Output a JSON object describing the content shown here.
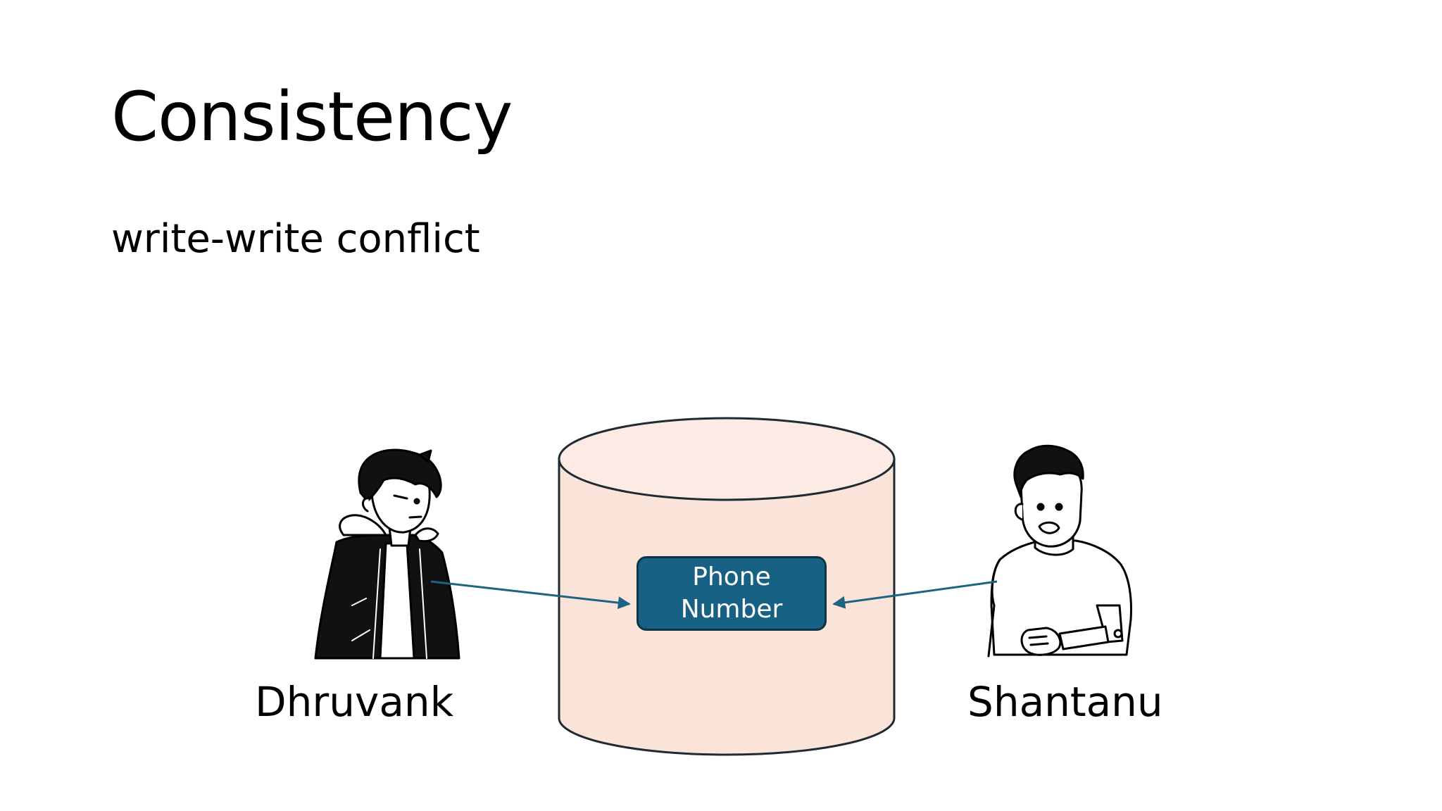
{
  "slide": {
    "title": "Consistency",
    "subtitle": "write-write conflict"
  },
  "diagram": {
    "database": {
      "label": "Phone Number",
      "label_lines": [
        "Phone",
        "Number"
      ],
      "icon": "database-cylinder-icon"
    },
    "users": [
      {
        "name": "Dhruvank",
        "icon": "person-jacket-icon"
      },
      {
        "name": "Shantanu",
        "icon": "person-tshirt-icon"
      }
    ],
    "colors": {
      "cylinder_fill": "#fae3d9",
      "cylinder_top": "#fcebe4",
      "cylinder_stroke": "#1e2b33",
      "box_fill": "#176184",
      "box_stroke": "#0f3347",
      "arrow": "#1d6482",
      "ink": "#000000"
    }
  }
}
